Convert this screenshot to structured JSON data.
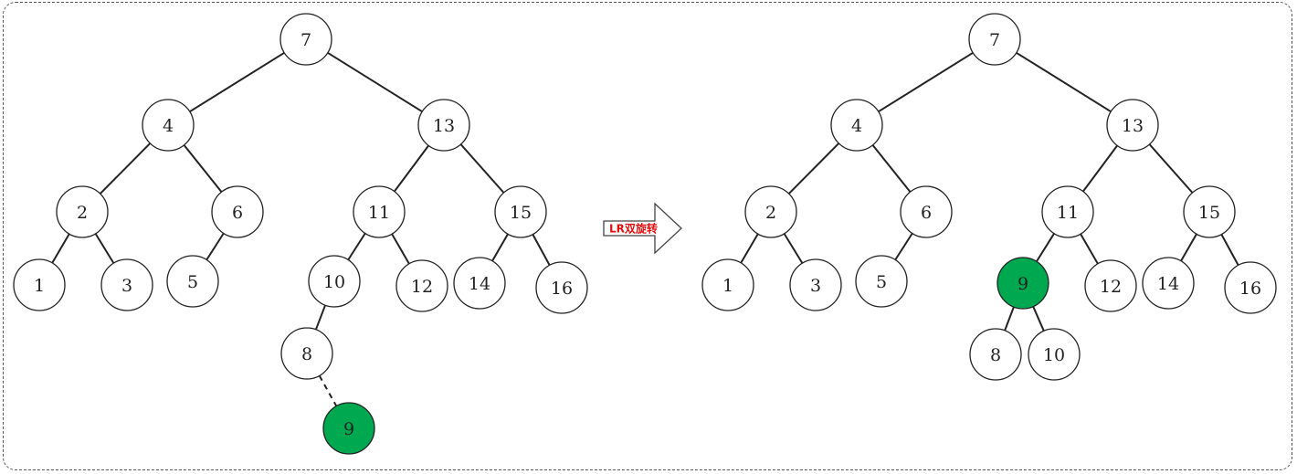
{
  "colors": {
    "highlight_fill": "#00a84f",
    "node_fill": "#ffffff",
    "stroke": "#222222",
    "arrow_label": "#e01010"
  },
  "arrow": {
    "label": "LR双旋转",
    "icon": "right-arrow-icon"
  },
  "trees": [
    {
      "id": "before",
      "nodes": [
        {
          "id": "7",
          "label": "7",
          "highlight": false
        },
        {
          "id": "4",
          "label": "4",
          "highlight": false
        },
        {
          "id": "13",
          "label": "13",
          "highlight": false
        },
        {
          "id": "2",
          "label": "2",
          "highlight": false
        },
        {
          "id": "6",
          "label": "6",
          "highlight": false
        },
        {
          "id": "11",
          "label": "11",
          "highlight": false
        },
        {
          "id": "15",
          "label": "15",
          "highlight": false
        },
        {
          "id": "1",
          "label": "1",
          "highlight": false
        },
        {
          "id": "3",
          "label": "3",
          "highlight": false
        },
        {
          "id": "5",
          "label": "5",
          "highlight": false
        },
        {
          "id": "10",
          "label": "10",
          "highlight": false
        },
        {
          "id": "12",
          "label": "12",
          "highlight": false
        },
        {
          "id": "14",
          "label": "14",
          "highlight": false
        },
        {
          "id": "16",
          "label": "16",
          "highlight": false
        },
        {
          "id": "8",
          "label": "8",
          "highlight": false
        },
        {
          "id": "9",
          "label": "9",
          "highlight": true
        }
      ],
      "edges": [
        {
          "from": "7",
          "to": "4",
          "style": "solid"
        },
        {
          "from": "7",
          "to": "13",
          "style": "solid"
        },
        {
          "from": "4",
          "to": "2",
          "style": "solid"
        },
        {
          "from": "4",
          "to": "6",
          "style": "solid"
        },
        {
          "from": "13",
          "to": "11",
          "style": "solid"
        },
        {
          "from": "13",
          "to": "15",
          "style": "solid"
        },
        {
          "from": "2",
          "to": "1",
          "style": "solid"
        },
        {
          "from": "2",
          "to": "3",
          "style": "solid"
        },
        {
          "from": "6",
          "to": "5",
          "style": "solid"
        },
        {
          "from": "11",
          "to": "10",
          "style": "solid"
        },
        {
          "from": "11",
          "to": "12",
          "style": "solid"
        },
        {
          "from": "15",
          "to": "14",
          "style": "solid"
        },
        {
          "from": "15",
          "to": "16",
          "style": "solid"
        },
        {
          "from": "10",
          "to": "8",
          "style": "solid"
        },
        {
          "from": "8",
          "to": "9",
          "style": "dashed"
        }
      ]
    },
    {
      "id": "after",
      "nodes": [
        {
          "id": "7",
          "label": "7",
          "highlight": false
        },
        {
          "id": "4",
          "label": "4",
          "highlight": false
        },
        {
          "id": "13",
          "label": "13",
          "highlight": false
        },
        {
          "id": "2",
          "label": "2",
          "highlight": false
        },
        {
          "id": "6",
          "label": "6",
          "highlight": false
        },
        {
          "id": "11",
          "label": "11",
          "highlight": false
        },
        {
          "id": "15",
          "label": "15",
          "highlight": false
        },
        {
          "id": "1",
          "label": "1",
          "highlight": false
        },
        {
          "id": "3",
          "label": "3",
          "highlight": false
        },
        {
          "id": "5",
          "label": "5",
          "highlight": false
        },
        {
          "id": "9",
          "label": "9",
          "highlight": true
        },
        {
          "id": "12",
          "label": "12",
          "highlight": false
        },
        {
          "id": "14",
          "label": "14",
          "highlight": false
        },
        {
          "id": "16",
          "label": "16",
          "highlight": false
        },
        {
          "id": "8",
          "label": "8",
          "highlight": false
        },
        {
          "id": "10",
          "label": "10",
          "highlight": false
        }
      ],
      "edges": [
        {
          "from": "7",
          "to": "4",
          "style": "solid"
        },
        {
          "from": "7",
          "to": "13",
          "style": "solid"
        },
        {
          "from": "4",
          "to": "2",
          "style": "solid"
        },
        {
          "from": "4",
          "to": "6",
          "style": "solid"
        },
        {
          "from": "13",
          "to": "11",
          "style": "solid"
        },
        {
          "from": "13",
          "to": "15",
          "style": "solid"
        },
        {
          "from": "2",
          "to": "1",
          "style": "solid"
        },
        {
          "from": "2",
          "to": "3",
          "style": "solid"
        },
        {
          "from": "6",
          "to": "5",
          "style": "solid"
        },
        {
          "from": "11",
          "to": "9",
          "style": "solid"
        },
        {
          "from": "11",
          "to": "12",
          "style": "solid"
        },
        {
          "from": "15",
          "to": "14",
          "style": "solid"
        },
        {
          "from": "15",
          "to": "16",
          "style": "solid"
        },
        {
          "from": "9",
          "to": "8",
          "style": "solid"
        },
        {
          "from": "9",
          "to": "10",
          "style": "solid"
        }
      ]
    }
  ]
}
